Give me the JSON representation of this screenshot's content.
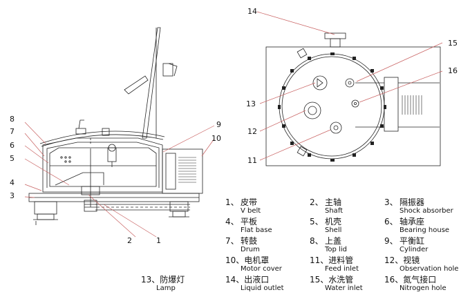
{
  "callouts": {
    "left": [
      "1",
      "2",
      "3",
      "4",
      "5",
      "6",
      "7",
      "8",
      "9",
      "10"
    ],
    "right": [
      "11",
      "12",
      "13",
      "14",
      "15",
      "16"
    ]
  },
  "legend": [
    {
      "num": "1、",
      "zh": "皮带",
      "en": "V belt"
    },
    {
      "num": "2、",
      "zh": "主轴",
      "en": "Shaft"
    },
    {
      "num": "3、",
      "zh": "隔振器",
      "en": "Shock absorber"
    },
    {
      "num": "4、",
      "zh": "平板",
      "en": "Flat base"
    },
    {
      "num": "5、",
      "zh": "机壳",
      "en": "Shell"
    },
    {
      "num": "6、",
      "zh": "轴承座",
      "en": "Bearing house"
    },
    {
      "num": "7、",
      "zh": "转鼓",
      "en": "Drum"
    },
    {
      "num": "8、",
      "zh": "上盖",
      "en": "Top lid"
    },
    {
      "num": "9、",
      "zh": "平衡缸",
      "en": "Cylinder"
    },
    {
      "num": "10、",
      "zh": "电机罩",
      "en": "Motor cover"
    },
    {
      "num": "11、",
      "zh": "进料管",
      "en": "Feed inlet"
    },
    {
      "num": "12、",
      "zh": "视镜",
      "en": "Observation hole"
    },
    {
      "num": "13、",
      "zh": "防爆灯",
      "en": "Lamp"
    },
    {
      "num": "14、",
      "zh": "出液口",
      "en": "Liquid outlet"
    },
    {
      "num": "15、",
      "zh": "水洗管",
      "en": "Water inlet"
    },
    {
      "num": "16、",
      "zh": "氮气接口",
      "en": "Nitrogen hole"
    }
  ]
}
